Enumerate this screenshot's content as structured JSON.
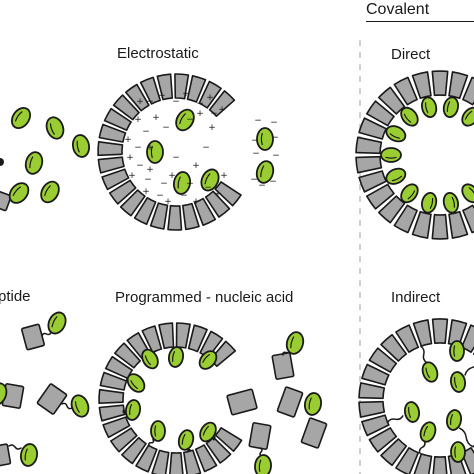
{
  "header": {
    "covalent": "Covalent"
  },
  "panels": {
    "electrostatic": "Electrostatic",
    "direct": "Direct",
    "peptide": "ptide",
    "programmed": "Programmed - nucleic acid",
    "indirect": "Indirect"
  },
  "colors": {
    "cargo_fill": "#9acd32",
    "brick_fill": "#a6a6a6",
    "outline": "#1a1a1a",
    "divider": "#bfbfbf"
  }
}
